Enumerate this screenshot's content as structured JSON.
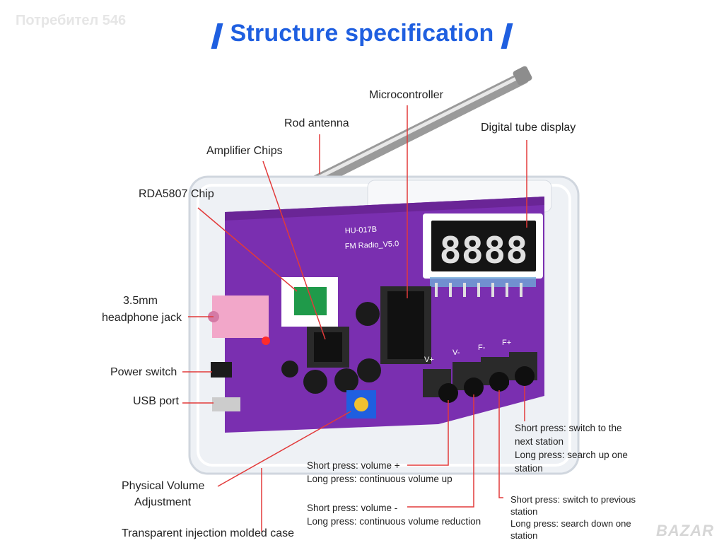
{
  "watermark": "Потребител 546",
  "title": "Structure specification",
  "labels": {
    "microcontroller": "Microcontroller",
    "rod_antenna": "Rod antenna",
    "digital_display": "Digital tube display",
    "amplifier_chips": "Amplifier Chips",
    "rda_chip": "RDA5807 Chip",
    "headphone_jack_1": "3.5mm",
    "headphone_jack_2": "headphone jack",
    "power_switch": "Power switch",
    "usb_port": "USB port",
    "volume_adj_1": "Physical Volume",
    "volume_adj_2": "Adjustment",
    "case": "Transparent injection molded case"
  },
  "buttons_info": {
    "vol_up_1": "Short press: volume +",
    "vol_up_2": "Long press: continuous volume up",
    "vol_down_1": "Short press: volume -",
    "vol_down_2": "Long press: continuous volume reduction",
    "next_1": "Short press: switch to the",
    "next_2": "next station",
    "next_3": "Long press: search up one",
    "next_4": "station",
    "prev_1": "Short press: switch to previous",
    "prev_2": "station",
    "prev_3": "Long press: search down one",
    "prev_4": "station"
  },
  "board": {
    "silk_1": "FM Radio_V5.0",
    "silk_2": "HU-017B",
    "display_digits": "8888",
    "btn_labels": [
      "V+",
      "V-",
      "F-",
      "F+"
    ]
  },
  "logo": "BAZAR",
  "colors": {
    "accent": "#1f5fe0",
    "pcb": "#7a2fb0",
    "leader": "#e23a3a"
  }
}
